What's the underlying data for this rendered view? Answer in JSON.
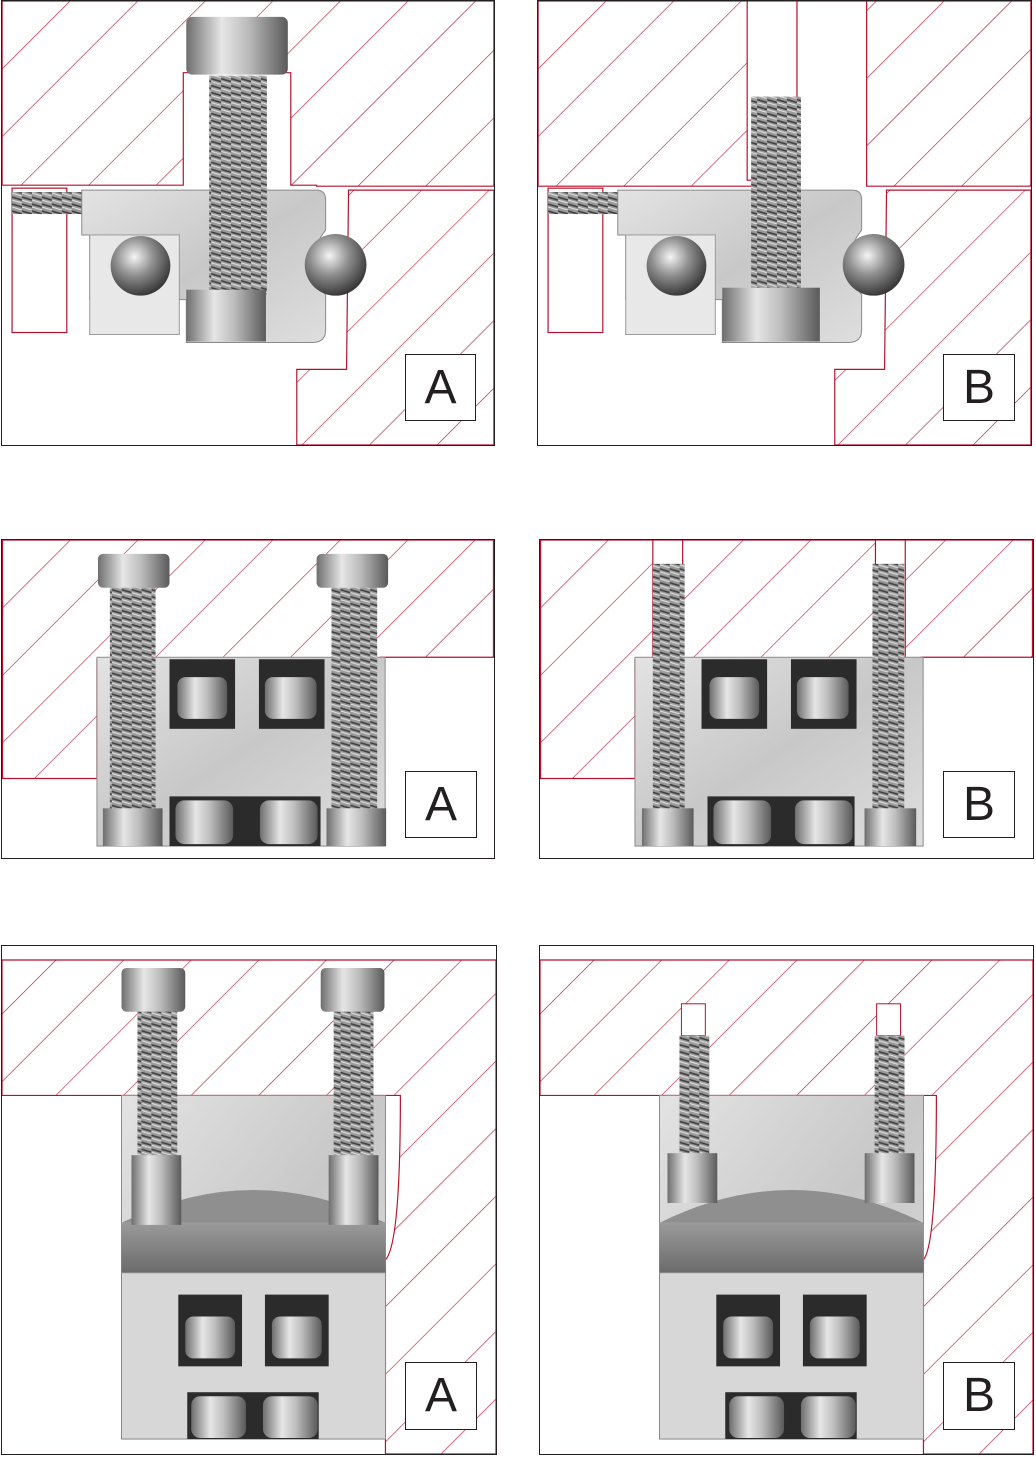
{
  "colors": {
    "section_line": "#b5122e",
    "steel_light": "#d9d9d9",
    "steel_mid": "#a6a6a6",
    "steel_dark": "#4d4d4d",
    "frame": "#231f20"
  },
  "panels": [
    {
      "row": 1,
      "type": "ball-clamp",
      "mounting": "screw-from-top",
      "label": "A"
    },
    {
      "row": 1,
      "type": "ball-clamp",
      "mounting": "screw-from-bottom",
      "label": "B"
    },
    {
      "row": 2,
      "type": "roller-clamp",
      "mounting": "screws-from-top",
      "label": "A"
    },
    {
      "row": 2,
      "type": "roller-clamp",
      "mounting": "screws-from-bottom",
      "label": "B"
    },
    {
      "row": 3,
      "type": "wedge-roller-clamp",
      "mounting": "screws-from-top",
      "label": "A"
    },
    {
      "row": 3,
      "type": "wedge-roller-clamp",
      "mounting": "screws-from-bottom",
      "label": "B"
    }
  ]
}
